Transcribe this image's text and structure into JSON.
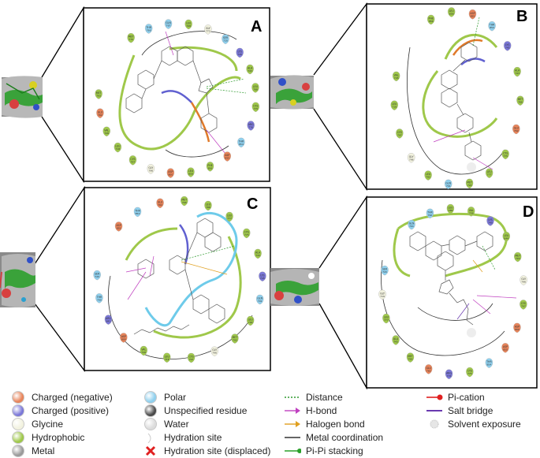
{
  "panels": [
    {
      "letter": "A",
      "residues": [
        [
          "MET",
          "770"
        ],
        [
          "THR",
          "766"
        ],
        [
          "GLN",
          "767"
        ],
        [
          "LEU",
          "768"
        ],
        [
          "GLY",
          "772"
        ],
        [
          "SER",
          "720"
        ],
        [
          "LYS",
          "745"
        ],
        [
          "ALA",
          "743"
        ],
        [
          "LEU",
          "788"
        ],
        [
          "CYS",
          "775"
        ],
        [
          "ARG",
          "776"
        ],
        [
          "THR",
          "854"
        ],
        [
          "ASP",
          "855"
        ],
        [
          "PHE",
          "856"
        ],
        [
          "LEU",
          "858"
        ],
        [
          "ASP",
          "800"
        ],
        [
          "GLY",
          "796"
        ],
        [
          "CYS",
          "797"
        ],
        [
          "LEU",
          "718"
        ],
        [
          "VAL",
          "726"
        ],
        [
          "GLU",
          "762"
        ],
        [
          "MET",
          "793"
        ]
      ]
    },
    {
      "letter": "B",
      "residues": [
        [
          "PHE",
          "856"
        ],
        [
          "LEU",
          "858"
        ],
        [
          "ASP",
          "855"
        ],
        [
          "THR",
          "854"
        ],
        [
          "LYS",
          "745"
        ],
        [
          "ALA",
          "743"
        ],
        [
          "MET",
          "766"
        ],
        [
          "GLU",
          "762"
        ],
        [
          "CYS",
          "775"
        ],
        [
          "LEU",
          "777"
        ],
        [
          "MET",
          "793"
        ],
        [
          "GLN",
          "791"
        ],
        [
          "LEU",
          "792"
        ],
        [
          "GLY",
          "796"
        ],
        [
          "CYS",
          "797"
        ],
        [
          "LEU",
          "718"
        ],
        [
          "VAL",
          "726"
        ]
      ]
    },
    {
      "letter": "C",
      "residues": [
        [
          "ASP",
          "855"
        ],
        [
          "THR",
          "854"
        ],
        [
          "GLU",
          "762"
        ],
        [
          "MET",
          "766"
        ],
        [
          "LEU",
          "788"
        ],
        [
          "LEU",
          "777"
        ],
        [
          "CYS",
          "775"
        ],
        [
          "ALA",
          "743"
        ],
        [
          "LYS",
          "745"
        ],
        [
          "GLN",
          "791"
        ],
        [
          "LEU",
          "792"
        ],
        [
          "MET",
          "793"
        ],
        [
          "GLY",
          "796"
        ],
        [
          "CYS",
          "797"
        ],
        [
          "LEU",
          "718"
        ],
        [
          "VAL",
          "726"
        ],
        [
          "ASP",
          "800"
        ],
        [
          "ARG",
          "841"
        ],
        [
          "THR",
          "790"
        ],
        [
          "SER",
          "720"
        ]
      ]
    },
    {
      "letter": "D",
      "residues": [
        [
          "GLN",
          "791"
        ],
        [
          "THR",
          "790"
        ],
        [
          "LEU",
          "788"
        ],
        [
          "VAL",
          "726"
        ],
        [
          "LYS",
          "745"
        ],
        [
          "LEU",
          "844"
        ],
        [
          "MET",
          "793"
        ],
        [
          "GLY",
          "796"
        ],
        [
          "CYS",
          "797"
        ],
        [
          "ASP",
          "800"
        ],
        [
          "ASP",
          "855"
        ],
        [
          "THR",
          "854"
        ],
        [
          "CYS",
          "775"
        ],
        [
          "ARG",
          "776"
        ],
        [
          "GLU",
          "762"
        ],
        [
          "MET",
          "766"
        ],
        [
          "ALA",
          "743"
        ],
        [
          "LEU",
          "777"
        ],
        [
          "GLY",
          "719"
        ],
        [
          "SER",
          "720"
        ]
      ]
    }
  ],
  "legend": {
    "col1": [
      {
        "label": "Charged (negative)",
        "color": "#e8845a"
      },
      {
        "label": "Charged (positive)",
        "color": "#7b78d8"
      },
      {
        "label": "Glycine",
        "color": "#f2f2df"
      },
      {
        "label": "Hydrophobic",
        "color": "#9fc84a"
      },
      {
        "label": "Metal",
        "color": "#9a9a9a"
      }
    ],
    "col2": [
      {
        "label": "Polar",
        "color": "#8fd0ee"
      },
      {
        "label": "Unspecified residue",
        "color": "#4a4a4a"
      },
      {
        "label": "Water",
        "color": "#dcdcdc"
      },
      {
        "label": "Hydration site",
        "color": "#ffffff"
      },
      {
        "label": "Hydration site (displaced)",
        "color": "#e02020"
      }
    ],
    "col3": [
      {
        "label": "Distance",
        "color": "#2e9a2e"
      },
      {
        "label": "H-bond",
        "color": "#c040c0"
      },
      {
        "label": "Halogen bond",
        "color": "#e0a020"
      },
      {
        "label": "Metal coordination",
        "color": "#333333"
      },
      {
        "label": "Pi-Pi stacking",
        "color": "#2aa02a"
      }
    ],
    "col4": [
      {
        "label": "Pi-cation",
        "color": "#e02020"
      },
      {
        "label": "Salt bridge",
        "color": "#6a3ab0"
      },
      {
        "label": "Solvent exposure",
        "color": "#bbbbbb"
      }
    ]
  }
}
